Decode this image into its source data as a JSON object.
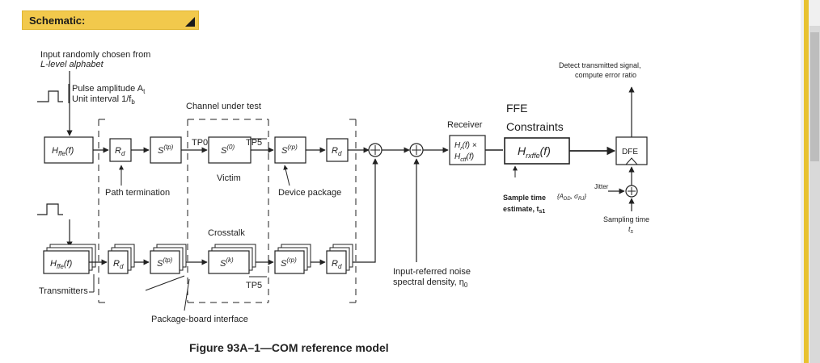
{
  "header": {
    "title": "Schematic:"
  },
  "figure": {
    "caption": "Figure 93A–1—COM reference model",
    "input_note_line1": "Input randomly chosen from",
    "input_note_line2": "L-level alphabet",
    "pulse_line1": "Pulse amplitude A",
    "pulse_line1_sub": "t",
    "pulse_line2": "Unit interval 1/f",
    "pulse_line2_sub": "b",
    "channel_label": "Channel under test",
    "tp0": "TP0",
    "tp5_top": "TP5",
    "tp5_bottom": "TP5",
    "victim": "Victim",
    "crosstalk": "Crosstalk",
    "path_termination": "Path termination",
    "device_package": "Device package",
    "package_board": "Package-board interface",
    "transmitters": "Transmitters",
    "receiver": "Receiver",
    "ffe_line1": "FFE",
    "ffe_line2": "Constraints",
    "detect_line1": "Detect transmitted signal,",
    "detect_line2": "compute error ratio",
    "sample_line1": "Sample time",
    "sample_line2": "estimate, t",
    "sample_line2_sub": "s1",
    "jitter": "Jitter",
    "jitter_params": "{A",
    "sampling_line1": "Sampling time",
    "sampling_line2": "t",
    "sampling_line2_sub": "s",
    "noise_line1": "Input-referred noise",
    "noise_line2": "spectral density, η",
    "noise_line2_sub": "0",
    "blocks": {
      "hffe": "H",
      "hffe_sub": "ffe",
      "hffe_arg": "(f)",
      "rd": "R",
      "rd_sub": "d",
      "stp": "S",
      "stp_sup": "(tp)",
      "s0": "S",
      "s0_sup": "(0)",
      "sk": "S",
      "sk_sup": "(k)",
      "srp": "S",
      "srp_sup": "(rp)",
      "rx_line1": "H",
      "rx_line1_sub": "r",
      "rx_line1_rest": "(f) ×",
      "rx_line2": "H",
      "rx_line2_sub": "ctf",
      "rx_line2_rest": "(f)",
      "hrxffe": "H",
      "hrxffe_sub": "rxffe",
      "hrxffe_arg": "(f)",
      "dfe": "DFE"
    }
  }
}
